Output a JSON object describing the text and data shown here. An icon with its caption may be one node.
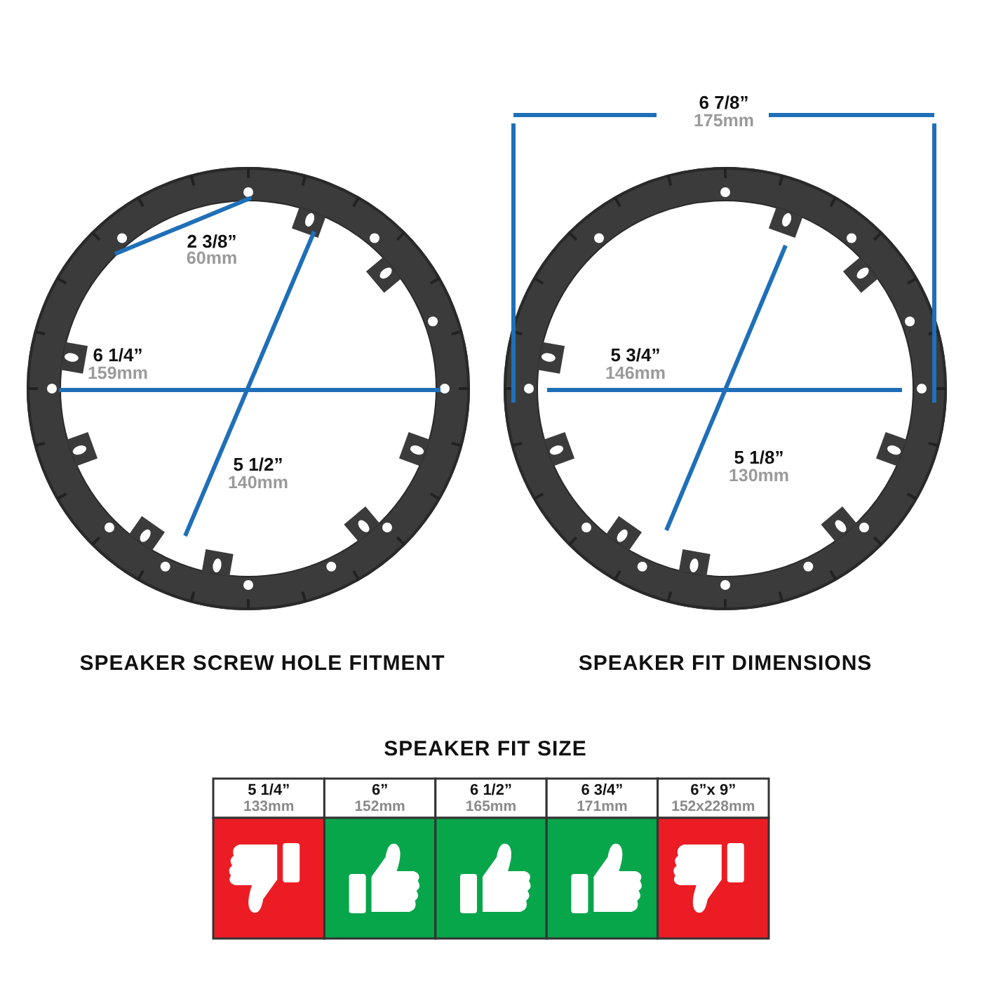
{
  "diagram": {
    "labels": [
      "6 7/8”",
      "175mm",
      "2 3/8”",
      "60mm",
      "6 1/4”",
      "159mm",
      "5 3/4”",
      "146mm",
      "5 1/2”",
      "140mm",
      "5 1/8”",
      "130mm",
      "SPEAKER SCREW HOLE FITMENT",
      "SPEAKER FIT DIMENSIONS",
      "SPEAKER FIT SIZE",
      "5 1/4”",
      "133mm",
      "6”",
      "152mm",
      "6 1/2”",
      "165mm",
      "6 3/4”",
      "171mm",
      "6”x 9”",
      "152x228mm"
    ]
  }
}
